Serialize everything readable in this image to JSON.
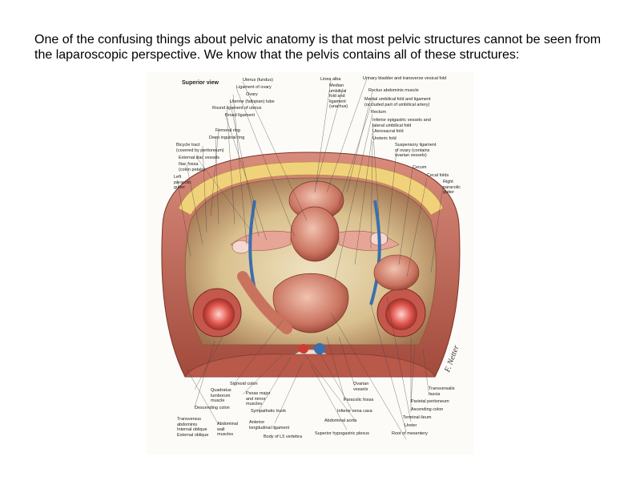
{
  "slide": {
    "text": "One of the confusing things about pelvic anatomy is that most pelvic structures cannot be seen from the laparoscopic perspective. We know that the pelvis contains all of these structures:"
  },
  "figure": {
    "view_title": "Superior view",
    "signature": "F. Netter",
    "labels": {
      "uterus": "Uterus (fundus)",
      "ligament_ovary": "Ligament of ovary",
      "ovary": "Ovary",
      "uterine_tube": "Uterine (fallopian) tube",
      "round_ligament": "Round ligament of uterus",
      "broad_ligament": "Broad ligament",
      "femoral_ring": "Femoral ring",
      "deep_inguinal_ring": "Deep inguinal ring",
      "bicyclic_tract": "Bicycle tract\n(covered by peritoneum)",
      "external_iliac": "External iliac vessels",
      "iliac_fossa": "Iliac fossa\n(colon petals)",
      "left_paracolic": "Left\nparacolic\ngutter",
      "linea_alba": "Linea alba",
      "median_umbilical": "Median\numbilical\nfold and\nligament\n(urachus)",
      "bladder": "Urinary bladder and transverse vesical fold",
      "rectus": "Rectus abdominis muscle",
      "medial_umbilical": "Medial umbilical fold and ligament\n(occluded part of umbilical artery)",
      "rectum": "Rectum",
      "inferior_epigastric": "Inferior epigastric vessels and\nlateral umbilical fold",
      "uterosacral": "Uterosacral fold",
      "ureteric_fold": "Ureteric fold",
      "suspensory": "Suspensory ligament\nof ovary (contains\novarian vessels)",
      "cecum": "Cecum",
      "cecal_folds": "Cecal folds",
      "right_paracolic": "Right\nparacolic\ngutter",
      "sigmoid": "Sigmoid colon",
      "quadratus": "Quadratus\nlumborum\nmuscle",
      "descending": "Descending colon",
      "psoas": "Psoas major\nand minor\nmuscles",
      "sympathetic": "Sympathetic trunk",
      "transversus": "Transversus\nabdominis\nInternal oblique\nExternal oblique",
      "abdominal_muscles": "Abdominal\nwall\nmuscles",
      "anterior_long": "Anterior\nlongitudinal ligament",
      "l5": "Body of L5 vertebra",
      "ovarian_vessels": "Ovarian\nvessels",
      "paracolic_fossa": "Paracolic fossa",
      "ivc": "Inferior vena cava",
      "aorta": "Abdominal aorta",
      "hypogastric": "Superior hypogastric plexus",
      "transversalis": "Transversalis\nfascia",
      "parietal": "Parietal peritoneum",
      "ascending": "Ascending colon",
      "terminal_ileum": "Terminal ileum",
      "ureter": "Ureter",
      "mesentery": "Root of mesentery"
    }
  }
}
